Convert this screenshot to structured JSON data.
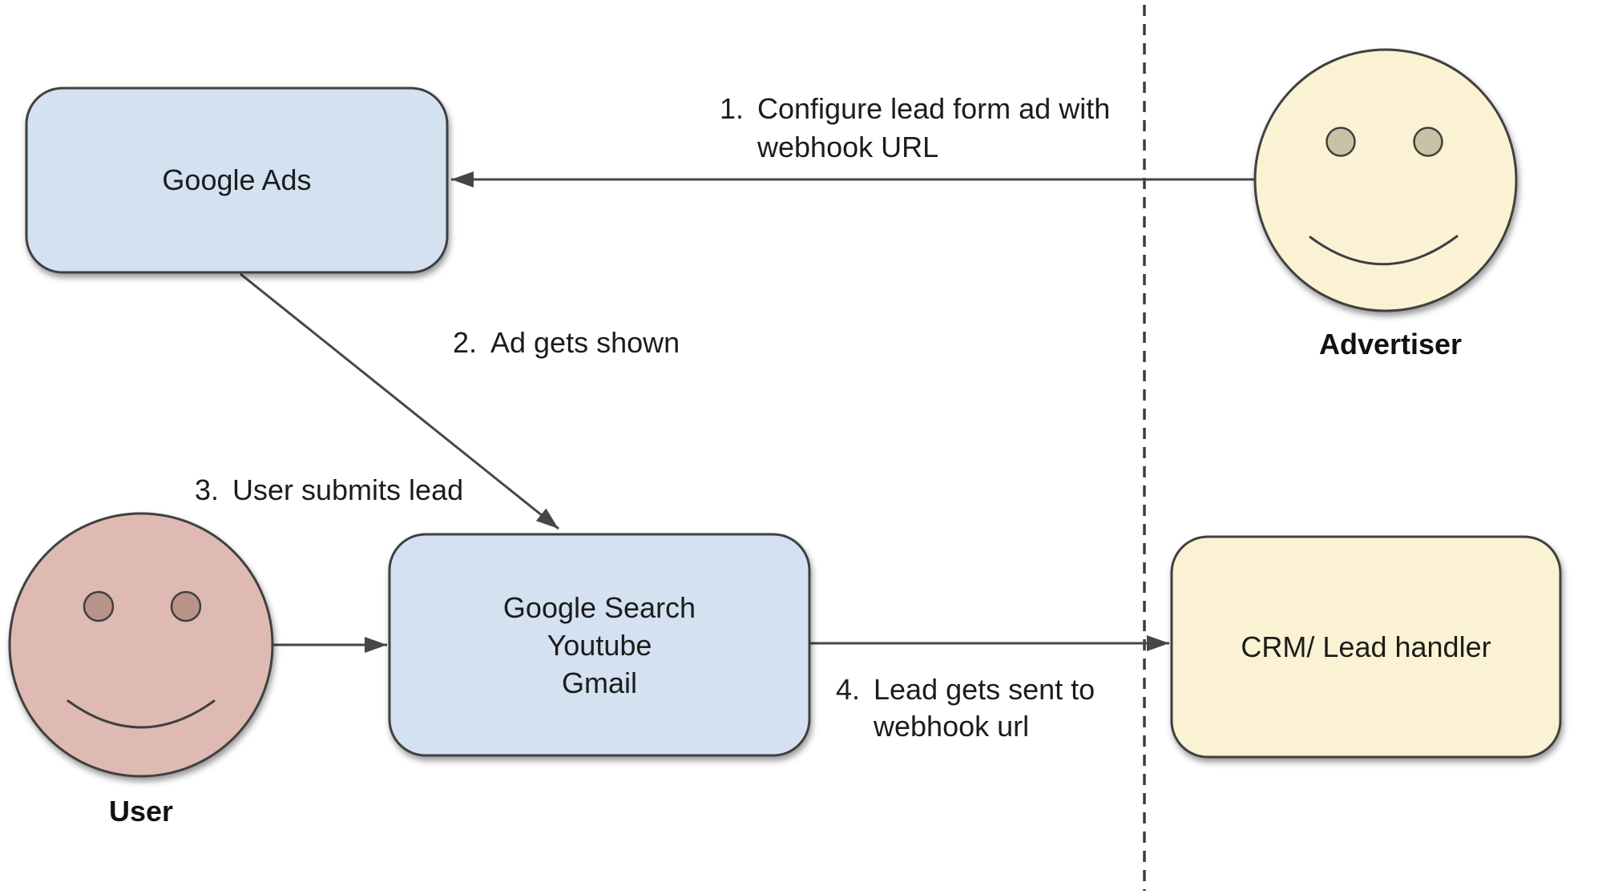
{
  "diagram": {
    "nodes": {
      "google_ads": {
        "label": "Google Ads"
      },
      "google_properties": {
        "lines": [
          "Google Search",
          "Youtube",
          "Gmail"
        ]
      },
      "crm": {
        "label": "CRM/ Lead handler"
      }
    },
    "actors": {
      "advertiser": {
        "label": "Advertiser"
      },
      "user": {
        "label": "User"
      }
    },
    "steps": {
      "step1": {
        "number": "1.",
        "lines": [
          "Configure lead form ad with",
          "webhook URL"
        ]
      },
      "step2": {
        "number": "2.",
        "text": "Ad gets shown"
      },
      "step3": {
        "number": "3.",
        "text": "User submits lead"
      },
      "step4": {
        "number": "4.",
        "lines": [
          "Lead gets sent to",
          "webhook url"
        ]
      }
    },
    "colors": {
      "node_blue": "#d3e1f1",
      "node_yellow": "#faf2d3",
      "face_yellow": "#faf2d3",
      "face_pink": "#debab2",
      "eye_tan": "#c9c2a4",
      "eye_mauve": "#b9938a",
      "shape_stroke": "#3f3f3f",
      "arrow": "#464646",
      "text": "#1c1c1c"
    }
  }
}
